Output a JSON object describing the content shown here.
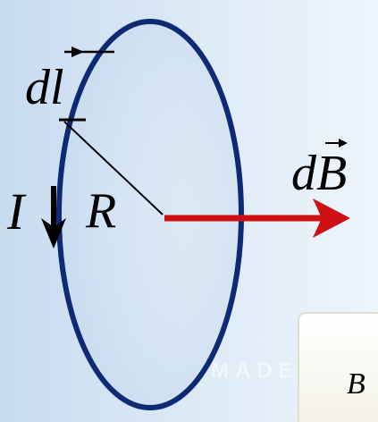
{
  "labels": {
    "dl": "dl",
    "dB": "dB",
    "current": "I",
    "radius": "R"
  },
  "watermark": "MADE",
  "panel_text": "B",
  "colors": {
    "loop": "#0f2a74",
    "field_arrow": "#cc1014",
    "current_arrow": "#000000",
    "background_left": "#c6dcf0",
    "background_right": "#eaf3fb",
    "panel_bg": "#fafaf5"
  }
}
